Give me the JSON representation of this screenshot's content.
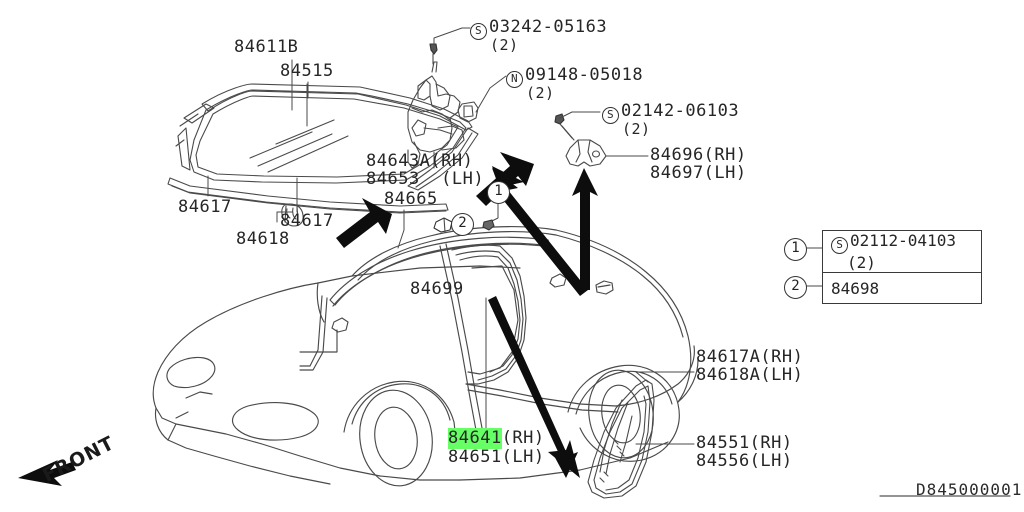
{
  "document": {
    "number": "D845000001",
    "orientation_marker": "FRONT"
  },
  "labels": {
    "windshield_glass": "84611B",
    "windshield_moulding_upper": "84515",
    "moulding_left": "84617",
    "moulding_right": "84617",
    "clip_lower": "84618",
    "hinge_rh": "84643A(RH)",
    "hinge_lh": "84653  (LH)",
    "header_seal": "84665",
    "grommet": "84699",
    "bracket_rh": "84696(RH)",
    "bracket_lh": "84697(LH)",
    "door_weatherstrip_rh": "84641",
    "door_weatherstrip_rh_side": "(RH)",
    "door_weatherstrip_lh": "84651(LH)",
    "quarter_moulding_rh": "84617A(RH)",
    "quarter_moulding_lh": "84618A(LH)",
    "quarter_glass_rh": "84551(RH)",
    "quarter_glass_lh": "84556(LH)"
  },
  "fasteners": [
    {
      "code": "S",
      "part": "03242-05163",
      "qty": "(2)"
    },
    {
      "code": "N",
      "part": "09148-05018",
      "qty": "(2)"
    },
    {
      "code": "S",
      "part": "02142-06103",
      "qty": "(2)"
    }
  ],
  "legend": {
    "rows": [
      {
        "ref": "1",
        "code": "S",
        "part": "02112-04103",
        "qty": "(2)"
      },
      {
        "ref": "2",
        "code": "",
        "part": "84698",
        "qty": ""
      }
    ]
  },
  "callouts": {
    "one": "1",
    "two": "2"
  },
  "colors": {
    "highlight": "#66ff66",
    "line": "#3a3a3a",
    "text": "#262626"
  }
}
